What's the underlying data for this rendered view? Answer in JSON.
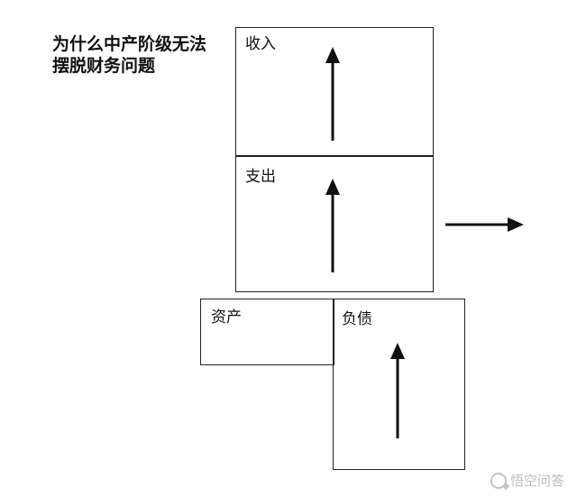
{
  "title": {
    "line1": "为什么中产阶级无法",
    "line2": "摆脱财务问题"
  },
  "boxes": {
    "income": {
      "label": "收入"
    },
    "expense": {
      "label": "支出"
    },
    "asset": {
      "label": "资产"
    },
    "liability": {
      "label": "负债"
    }
  },
  "flow": {
    "income_arrow": "up",
    "expense_arrow": "up",
    "liability_arrow": "up",
    "side_arrow": "right"
  },
  "watermark": {
    "text": "悟空问答",
    "logo": "wukong-logo-icon"
  },
  "colors": {
    "line": "#111111",
    "box_border": "#222222",
    "watermark": "#bdbdbd"
  }
}
